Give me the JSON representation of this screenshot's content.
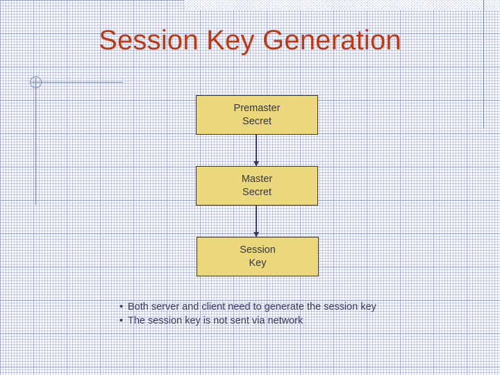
{
  "slide": {
    "title": "Session Key Generation",
    "title_color": "#C0380F",
    "background_color": "#FFFFFF",
    "grid_color": "#8C96BE"
  },
  "decor": {
    "top_band_name": "hatched-banner",
    "top_band_color": "#B5C3E4",
    "rule_color": "#7C8AB3",
    "circle_name": "decorative-circle"
  },
  "diagram": {
    "box_fill": "#ECD87C",
    "box_border": "#3B3128",
    "box_text_color": "#343444",
    "arrow_color": "#3A3A5C",
    "boxes": [
      {
        "id": "premaster",
        "label": "Premaster\nSecret"
      },
      {
        "id": "master",
        "label": "Master\nSecret"
      },
      {
        "id": "session",
        "label": "Session\nKey"
      }
    ],
    "arrows": [
      {
        "id": "premaster-to-master",
        "from": "premaster",
        "to": "master"
      },
      {
        "id": "master-to-session",
        "from": "master",
        "to": "session"
      }
    ]
  },
  "notes": {
    "bullet_char": "•",
    "text_color": "#3A3A5C",
    "items": [
      "Both server and client need to generate the session key",
      "The session key is not sent via network"
    ]
  }
}
